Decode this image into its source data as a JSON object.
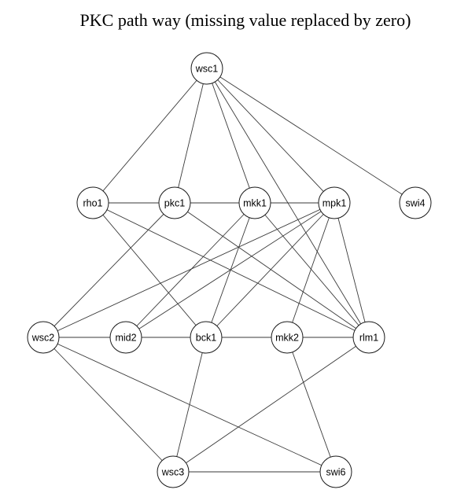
{
  "title": "PKC path way (missing value replaced by zero)",
  "nodes": [
    {
      "id": "wsc1",
      "label": "wsc1"
    },
    {
      "id": "rho1",
      "label": "rho1"
    },
    {
      "id": "pkc1",
      "label": "pkc1"
    },
    {
      "id": "mkk1",
      "label": "mkk1"
    },
    {
      "id": "mpk1",
      "label": "mpk1"
    },
    {
      "id": "swi4",
      "label": "swi4"
    },
    {
      "id": "wsc2",
      "label": "wsc2"
    },
    {
      "id": "mid2",
      "label": "mid2"
    },
    {
      "id": "bck1",
      "label": "bck1"
    },
    {
      "id": "mkk2",
      "label": "mkk2"
    },
    {
      "id": "rlm1",
      "label": "rlm1"
    },
    {
      "id": "wsc3",
      "label": "wsc3"
    },
    {
      "id": "swi6",
      "label": "swi6"
    }
  ],
  "edges": [
    [
      "wsc1",
      "rho1"
    ],
    [
      "wsc1",
      "pkc1"
    ],
    [
      "wsc1",
      "mkk1"
    ],
    [
      "wsc1",
      "mpk1"
    ],
    [
      "wsc1",
      "swi4"
    ],
    [
      "wsc1",
      "rlm1"
    ],
    [
      "rho1",
      "pkc1"
    ],
    [
      "pkc1",
      "mkk1"
    ],
    [
      "mkk1",
      "mpk1"
    ],
    [
      "rho1",
      "bck1"
    ],
    [
      "rho1",
      "rlm1"
    ],
    [
      "pkc1",
      "wsc2"
    ],
    [
      "pkc1",
      "rlm1"
    ],
    [
      "mkk1",
      "mid2"
    ],
    [
      "mkk1",
      "bck1"
    ],
    [
      "mkk1",
      "rlm1"
    ],
    [
      "mpk1",
      "wsc2"
    ],
    [
      "mpk1",
      "mid2"
    ],
    [
      "mpk1",
      "bck1"
    ],
    [
      "mpk1",
      "mkk2"
    ],
    [
      "mpk1",
      "rlm1"
    ],
    [
      "wsc2",
      "mid2"
    ],
    [
      "mid2",
      "bck1"
    ],
    [
      "bck1",
      "mkk2"
    ],
    [
      "mkk2",
      "rlm1"
    ],
    [
      "wsc2",
      "wsc3"
    ],
    [
      "wsc2",
      "swi6"
    ],
    [
      "bck1",
      "wsc3"
    ],
    [
      "mkk2",
      "swi6"
    ],
    [
      "rlm1",
      "wsc3"
    ],
    [
      "wsc3",
      "swi6"
    ]
  ]
}
